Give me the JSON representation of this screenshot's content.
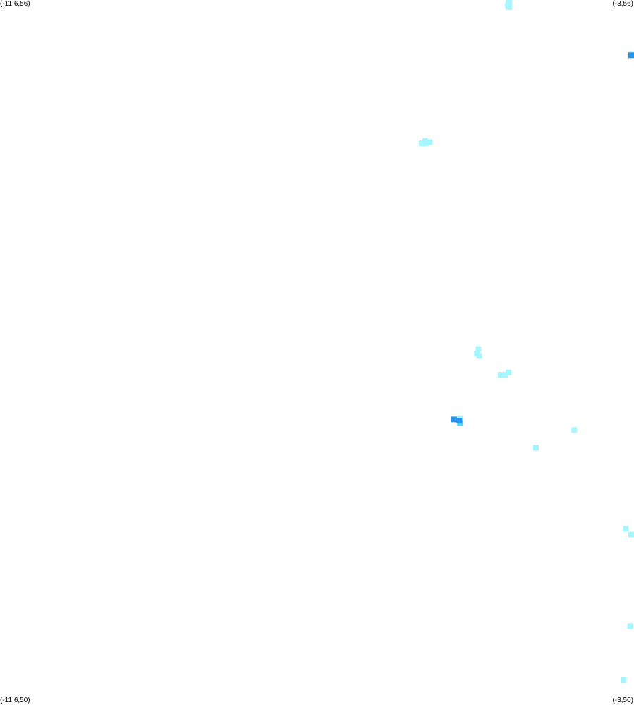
{
  "corners": {
    "top_left": "(-11.6,56)",
    "top_right": "(-3,56)",
    "bottom_left": "(-11.6,50)",
    "bottom_right": "(-3,50)"
  },
  "map": {
    "lon_range": [
      -11.6,
      -3
    ],
    "lat_range": [
      50,
      56
    ],
    "colors": {
      "background": "#ffffff",
      "light": "#a6f6ff",
      "medium": "#55d4f5",
      "dark": "#2196f3"
    },
    "cells": [
      {
        "lon": -4.7,
        "lat": 55.98,
        "level": "light"
      },
      {
        "lon": -4.69,
        "lat": 55.98,
        "level": "light"
      },
      {
        "lon": -4.7,
        "lat": 55.96,
        "level": "light"
      },
      {
        "lon": -4.7,
        "lat": 55.95,
        "level": "light"
      },
      {
        "lon": -4.71,
        "lat": 55.95,
        "level": "light"
      },
      {
        "lon": -4.7,
        "lat": 55.94,
        "level": "light"
      },
      {
        "lon": -4.69,
        "lat": 55.94,
        "level": "light"
      },
      {
        "lon": -2.72,
        "lat": 55.54,
        "level": "light"
      },
      {
        "lon": -2.7,
        "lat": 55.54,
        "level": "light"
      },
      {
        "lon": -2.71,
        "lat": 55.53,
        "level": "dark"
      },
      {
        "lon": -5.83,
        "lat": 54.8,
        "level": "light"
      },
      {
        "lon": -5.77,
        "lat": 54.79,
        "level": "light"
      },
      {
        "lon": -5.88,
        "lat": 54.78,
        "level": "light"
      },
      {
        "lon": -5.83,
        "lat": 54.78,
        "level": "light"
      },
      {
        "lon": -5.11,
        "lat": 53.03,
        "level": "light"
      },
      {
        "lon": -5.13,
        "lat": 52.99,
        "level": "light"
      },
      {
        "lon": -5.1,
        "lat": 52.97,
        "level": "light"
      },
      {
        "lon": -4.7,
        "lat": 52.83,
        "level": "light"
      },
      {
        "lon": -4.75,
        "lat": 52.81,
        "level": "light"
      },
      {
        "lon": -4.81,
        "lat": 52.81,
        "level": "light"
      },
      {
        "lon": -5.44,
        "lat": 52.43,
        "level": "dark"
      },
      {
        "lon": -5.37,
        "lat": 52.42,
        "level": "dark"
      },
      {
        "lon": -5.36,
        "lat": 52.44,
        "level": "light"
      },
      {
        "lon": -5.36,
        "lat": 52.4,
        "level": "medium"
      },
      {
        "lon": -4.33,
        "lat": 52.19,
        "level": "light"
      },
      {
        "lon": -3.81,
        "lat": 52.34,
        "level": "light"
      },
      {
        "lon": -3.11,
        "lat": 51.5,
        "level": "light"
      },
      {
        "lon": -3.02,
        "lat": 51.45,
        "level": "light"
      },
      {
        "lon": -3.05,
        "lat": 50.67,
        "level": "light"
      },
      {
        "lon": -3.14,
        "lat": 50.21,
        "level": "light"
      }
    ]
  }
}
